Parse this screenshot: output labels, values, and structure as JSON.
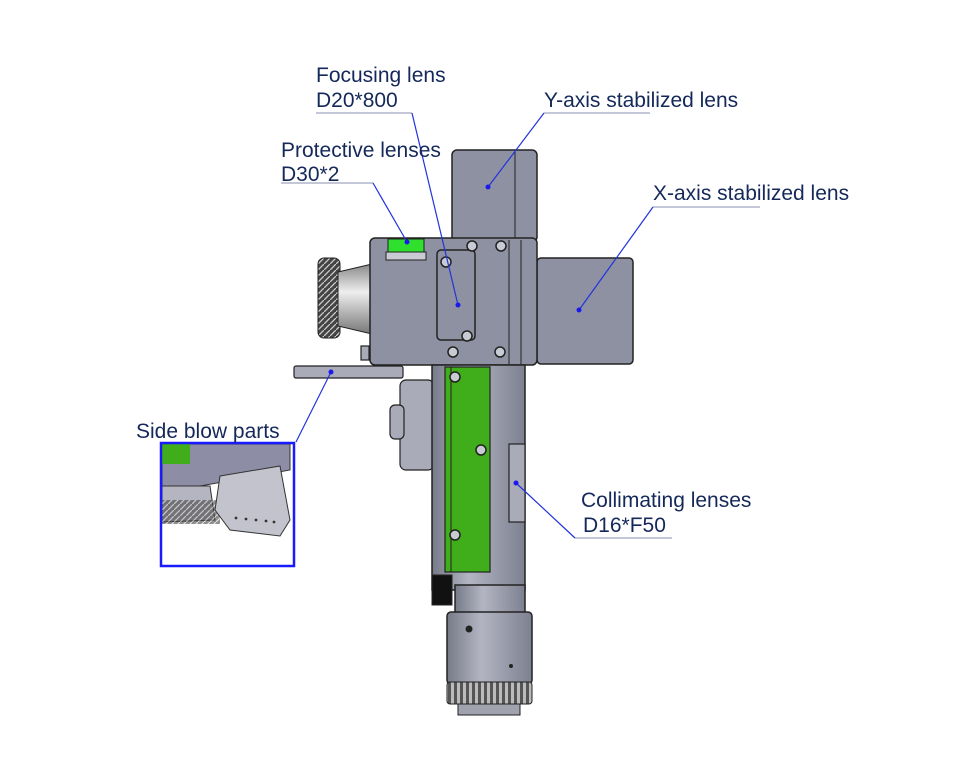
{
  "labels": {
    "focusing_lens": {
      "title": "Focusing lens",
      "spec": "D20*800"
    },
    "y_axis_lens": {
      "title": "Y-axis stabilized lens"
    },
    "protective_lenses": {
      "title": "Protective lenses",
      "spec": "D30*2"
    },
    "x_axis_lens": {
      "title": "X-axis stabilized lens"
    },
    "side_blow": {
      "title": "Side blow parts"
    },
    "collimating_lenses": {
      "title": "Collimating lenses",
      "spec": "D16*F50"
    }
  },
  "colors": {
    "leader": "#2233dd",
    "text": "#14285a",
    "accent_green": "#3fae1a",
    "inset_border": "#1a1aff"
  }
}
